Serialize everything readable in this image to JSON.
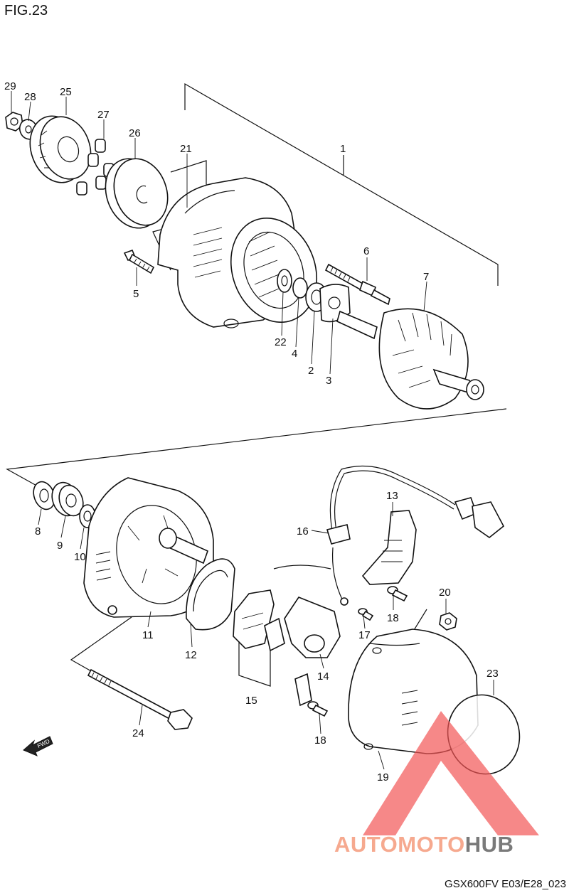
{
  "figure": {
    "title": "FIG.23",
    "footer_code": "GSX600FV E03/E28_023"
  },
  "watermark": {
    "text_a": "AUTOMOTO",
    "text_b": "HUB",
    "color_a": "#f6a98f",
    "color_b": "#7a7a7a",
    "logo_color": "#f25555"
  },
  "callouts": [
    {
      "id": "29",
      "label": "29"
    },
    {
      "id": "28",
      "label": "28"
    },
    {
      "id": "25",
      "label": "25"
    },
    {
      "id": "27",
      "label": "27"
    },
    {
      "id": "26",
      "label": "26"
    },
    {
      "id": "21",
      "label": "21"
    },
    {
      "id": "1",
      "label": "1"
    },
    {
      "id": "6",
      "label": "6"
    },
    {
      "id": "7",
      "label": "7"
    },
    {
      "id": "5",
      "label": "5"
    },
    {
      "id": "22",
      "label": "22"
    },
    {
      "id": "4",
      "label": "4"
    },
    {
      "id": "2",
      "label": "2"
    },
    {
      "id": "3",
      "label": "3"
    },
    {
      "id": "8",
      "label": "8"
    },
    {
      "id": "9",
      "label": "9"
    },
    {
      "id": "10",
      "label": "10"
    },
    {
      "id": "13",
      "label": "13"
    },
    {
      "id": "16",
      "label": "16"
    },
    {
      "id": "11",
      "label": "11"
    },
    {
      "id": "12",
      "label": "12"
    },
    {
      "id": "18a",
      "label": "18"
    },
    {
      "id": "20",
      "label": "20"
    },
    {
      "id": "17",
      "label": "17"
    },
    {
      "id": "14",
      "label": "14"
    },
    {
      "id": "15",
      "label": "15"
    },
    {
      "id": "23",
      "label": "23"
    },
    {
      "id": "24",
      "label": "24"
    },
    {
      "id": "18b",
      "label": "18"
    },
    {
      "id": "19",
      "label": "19"
    }
  ],
  "icons": {
    "fwd_arrow": "fwd-arrow-icon",
    "fwd_text": "FWD"
  }
}
